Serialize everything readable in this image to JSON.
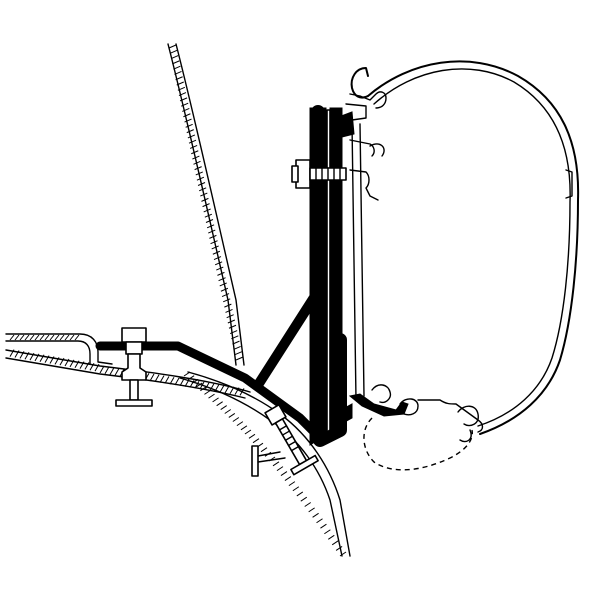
{
  "figure": {
    "parts": [
      {
        "name": "vehicle-roof-panel"
      },
      {
        "name": "vehicle-side-wall"
      },
      {
        "name": "vehicle-rain-gutter"
      },
      {
        "name": "mounting-bracket"
      },
      {
        "name": "bracket-support-strut"
      },
      {
        "name": "upper-bolt"
      },
      {
        "name": "lower-bolt"
      },
      {
        "name": "roof-clamp-bolt"
      },
      {
        "name": "awning-cassette"
      },
      {
        "name": "awning-rail-profile"
      }
    ],
    "colors": {
      "line": "#000000",
      "background": "#ffffff"
    }
  }
}
